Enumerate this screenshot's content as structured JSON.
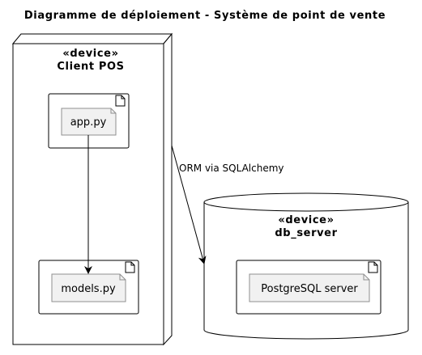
{
  "diagram": {
    "title": "Diagramme de déploiement - Système de point de vente",
    "nodes": {
      "client": {
        "stereotype": "«device»",
        "name": "Client POS",
        "artifacts": {
          "app": {
            "label": "app.py"
          },
          "models": {
            "label": "models.py"
          }
        }
      },
      "db": {
        "stereotype": "«device»",
        "name": "db_server",
        "artifacts": {
          "postgres": {
            "label": "PostgreSQL server"
          }
        }
      }
    },
    "edges": {
      "orm": {
        "label": "ORM via SQLAlchemy"
      }
    },
    "colors": {
      "stroke": "#000000",
      "background": "#ffffff",
      "artifact_fill": "#f1f1f1"
    }
  }
}
